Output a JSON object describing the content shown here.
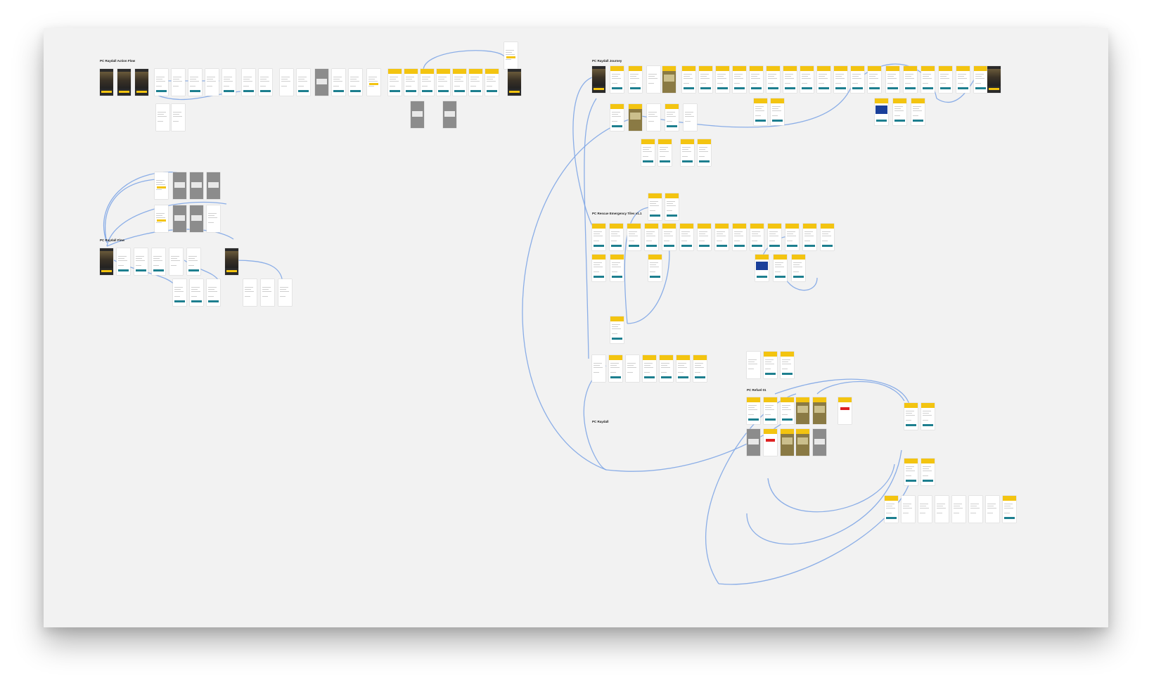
{
  "board": {
    "background": "#f2f2f2",
    "connector_color": "#7fa6e6",
    "accent_yellow": "#f3c410",
    "accent_teal": "#1d7f8f"
  },
  "flows": [
    {
      "id": "flow-1",
      "title": "PC Raydall Action Flow"
    },
    {
      "id": "flow-2",
      "title": "PC Raydall Journey"
    },
    {
      "id": "flow-3",
      "title": "PC Raydall Flow"
    },
    {
      "id": "flow-4",
      "title": "PC Rescue Emergency Tiles v1.1"
    },
    {
      "id": "flow-5",
      "title": "PC Refuel 01"
    },
    {
      "id": "flow-6",
      "title": "PC Raydall"
    }
  ]
}
